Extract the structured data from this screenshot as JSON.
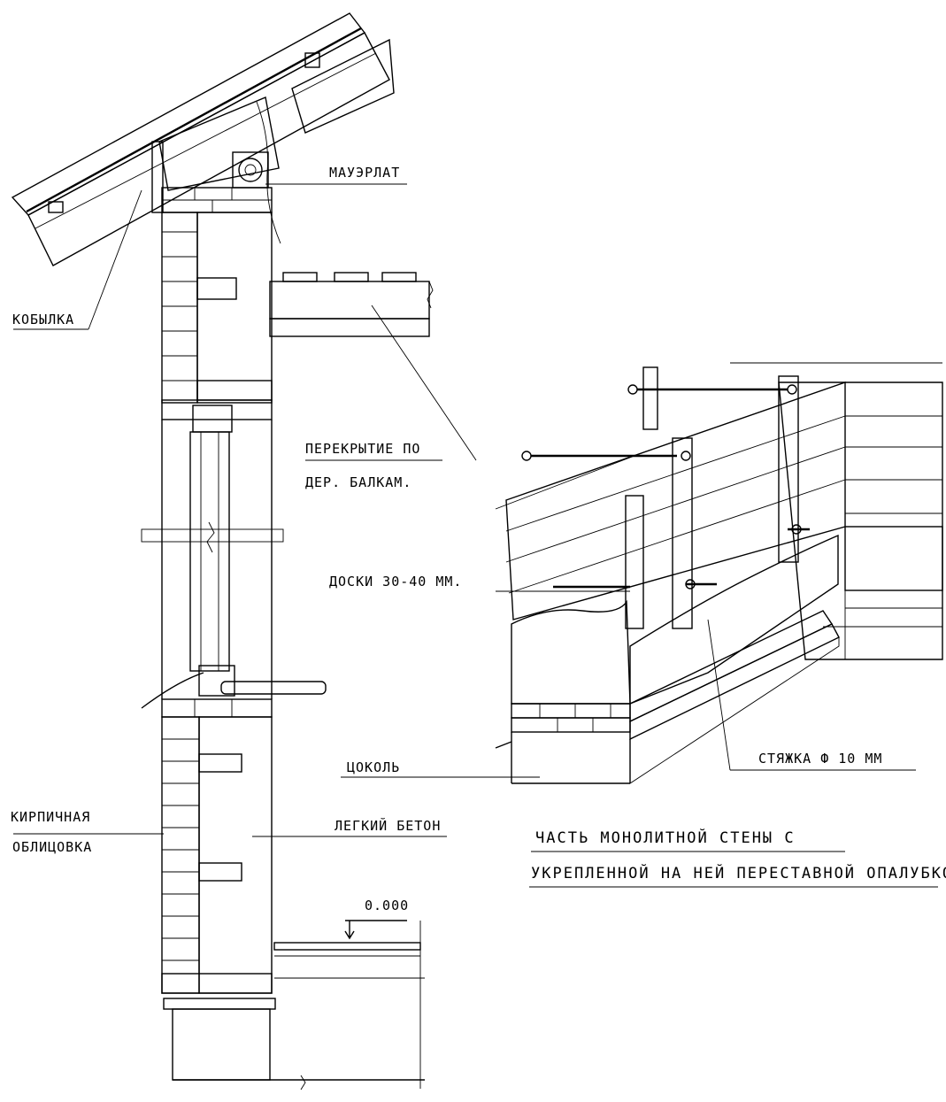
{
  "labels": {
    "mauerlat": "МАУЭРЛАТ",
    "kobylka": "КОБЫЛКА",
    "floor_line1": "ПЕРЕКРЫТИЕ ПО",
    "floor_line2": "ДЕР. БАЛКАМ.",
    "boards": "ДОСКИ 30-40 ММ.",
    "plinth": "ЦОКОЛЬ",
    "tie_rod": "СТЯЖКА Ф 10 ММ",
    "brick_cladding_line1": "КИРПИЧНАЯ",
    "brick_cladding_line2": "ОБЛИЦОВКА",
    "light_concrete": "ЛЕГКИЙ БЕТОН",
    "level": "0.000",
    "caption_line1": "ЧАСТЬ МОНОЛИТНОЙ СТЕНЫ С",
    "caption_line2": "УКРЕПЛЕННОЙ НА НЕЙ ПЕРЕСТАВНОЙ ОПАЛУБКОЙ"
  }
}
